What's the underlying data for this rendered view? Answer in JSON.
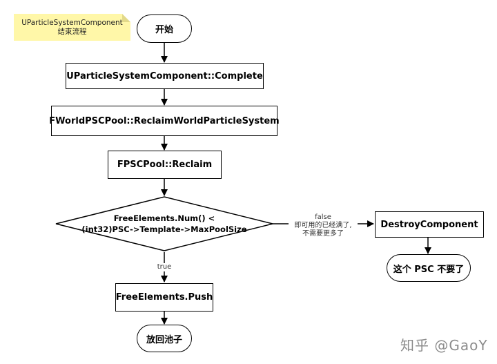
{
  "note": {
    "line1": "UParticleSystemComponent",
    "line2": "结束流程"
  },
  "nodes": {
    "start": "开始",
    "complete": "UParticleSystemComponent::Complete",
    "reclaim_world": "FWorldPSCPool::ReclaimWorldParticleSystem",
    "pool_reclaim": "FPSCPool::Reclaim",
    "decision_line1": "FreeElements.Num() <",
    "decision_line2": "(int32)PSC->Template->MaxPoolSize",
    "destroy": "DestroyComponent",
    "not_needed": "这个 PSC 不要了",
    "push": "FreeElements.Push",
    "back_to_pool": "放回池子"
  },
  "edges": {
    "false_label": "false",
    "false_note_line1": "即可用的已经满了,",
    "false_note_line2": "不需要更多了",
    "true_label": "true"
  },
  "watermark": "知乎 @GaoY",
  "colors": {
    "note_bg": "#fff7a8",
    "stroke": "#000000",
    "watermark": "#8c8c8c"
  }
}
